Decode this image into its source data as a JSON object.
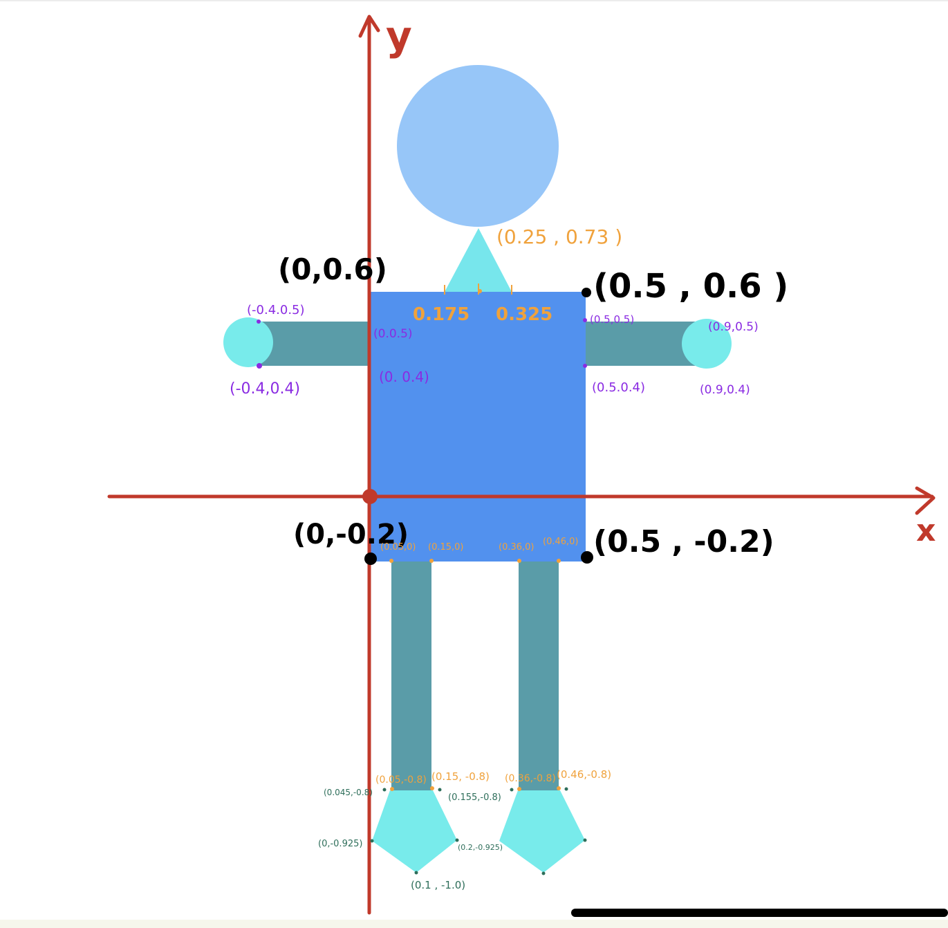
{
  "colors": {
    "axis": "#c0392b",
    "body": "#5291ee",
    "head": "#97c6f8",
    "neck": "#77e6ec",
    "limb": "#5a9ca8",
    "extremity": "#78ebeb",
    "label_black": "#000000",
    "label_orange": "#f0a23c",
    "label_purple": "#8a2be2",
    "label_green": "#2e6e5a",
    "background": "#ffffff",
    "bottom_strip": "#f6f6ec"
  },
  "axes": {
    "x_label": "x",
    "y_label": "y"
  },
  "labels": {
    "torso_top_left": "(0,0.6)",
    "torso_top_right": "(0.5 , 0.6 )",
    "torso_bottom_left": "(0,-0.2)",
    "torso_bottom_right": "(0.5 , -0.2)",
    "neck_apex": "(0.25 , 0.73 )",
    "neck_base_left": "0.175",
    "neck_base_right": "0.325",
    "left_arm_outer_top": "(-0.4.0.5)",
    "left_arm_outer_bottom": "(-0.4,0.4)",
    "left_arm_inner_top": "(0.0.5)",
    "left_arm_inner_bottom": "(0. 0.4)",
    "right_arm_inner_top": "(0.5,0.5)",
    "right_arm_inner_bottom": "(0.5.0.4)",
    "right_arm_outer_top": "(0.9,0.5)",
    "right_arm_outer_bottom": "(0.9,0.4)",
    "left_leg_top_left": "(0.05,0)",
    "left_leg_top_right": "(0.15,0)",
    "right_leg_top_left": "(0.36,0)",
    "right_leg_top_right": "(0.46,0)",
    "left_leg_bottom_left": "(0.05,-0.8)",
    "left_leg_bottom_right": "(0.15, -0.8)",
    "right_leg_bottom_left": "(0.36,-0.8)",
    "right_leg_bottom_right": "(0.46,-0.8)",
    "left_foot_top_left": "(0.045,-0.8)",
    "left_foot_top_right": "(0.155,-0.8)",
    "left_foot_left": "(0,-0.925)",
    "left_foot_right": "(0.2,-0.925)",
    "left_foot_bottom": "(0.1 , -1.0)"
  }
}
